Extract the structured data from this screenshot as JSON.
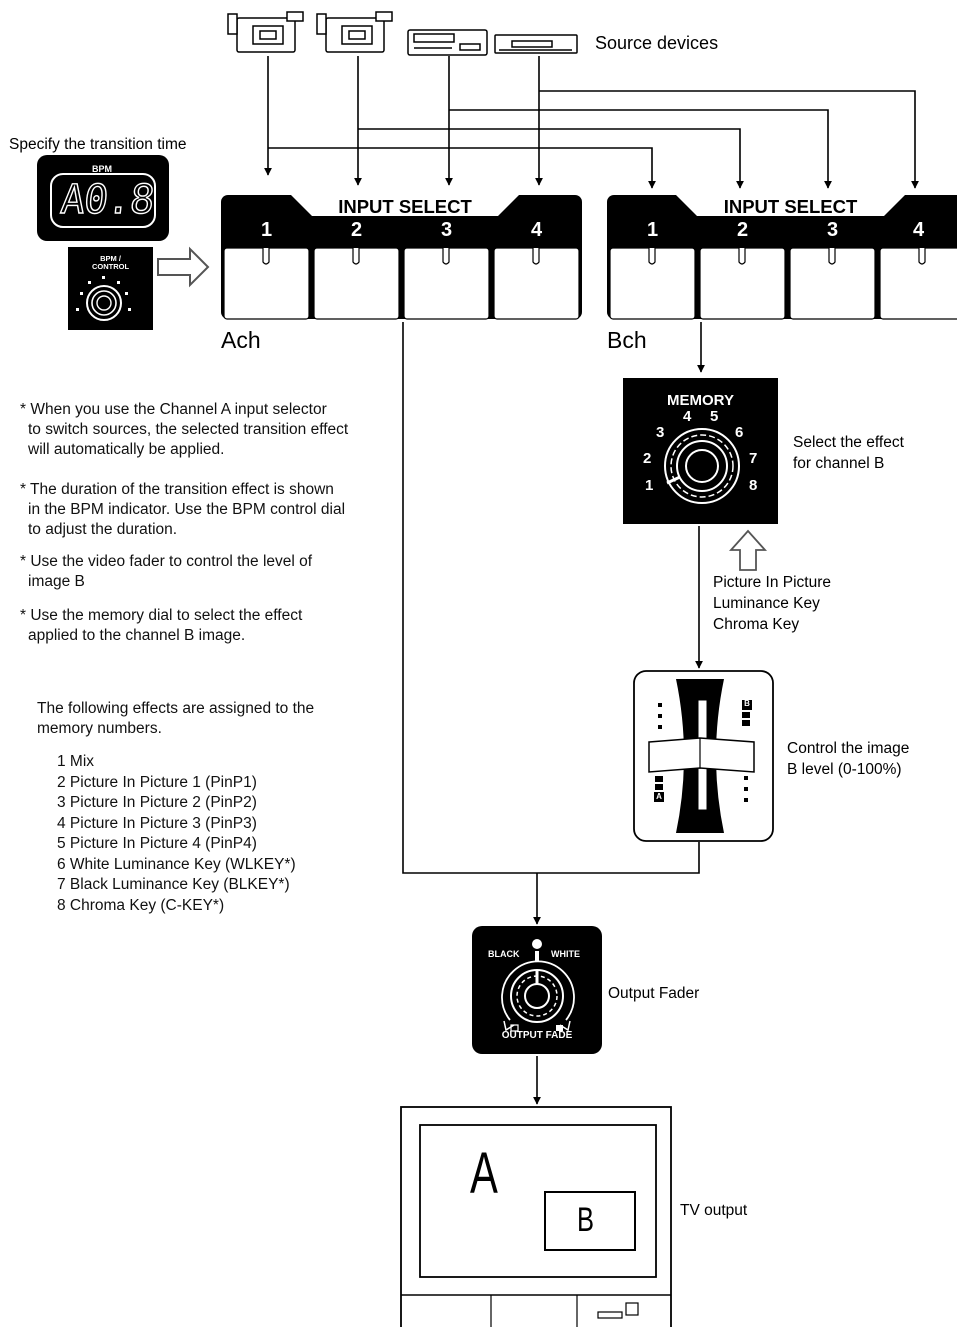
{
  "labels": {
    "source_devices": "Source devices",
    "specify_time": "Specify the transition time",
    "bpm_panel": "BPM",
    "bpm_display": "A0.8",
    "bpm_control": [
      "BPM /",
      "CONTROL"
    ],
    "input_select": "INPUT SELECT",
    "input_numbers": [
      "1",
      "2",
      "3",
      "4"
    ],
    "ach": "Ach",
    "bch": "Bch",
    "memory": "MEMORY",
    "memory_numbers": [
      "1",
      "2",
      "3",
      "4",
      "5",
      "6",
      "7",
      "8"
    ],
    "select_effect": [
      "Select the effect",
      "for channel B"
    ],
    "pip_list": [
      "Picture In Picture",
      "Luminance Key",
      "Chroma Key"
    ],
    "control_level": [
      "Control the image",
      "B level (0-100%)"
    ],
    "fader_marks": [
      "B",
      "A"
    ],
    "black": "BLACK",
    "white": "WHITE",
    "output_fade": "OUTPUT FADE",
    "output_fader": "Output Fader",
    "tv_output": "TV output",
    "tv_a": "A",
    "tv_b": "B"
  },
  "notes": [
    [
      "* When you use the Channel A input selector",
      "to switch sources, the selected transition effect",
      "will automatically be applied."
    ],
    [
      "* The duration of the transition effect is shown",
      "in the BPM indicator. Use the BPM control dial",
      "to adjust the duration."
    ],
    [
      "* Use the video fader to control the level of",
      "image B"
    ],
    [
      "* Use the memory dial to select the effect",
      "applied to the channel B image."
    ]
  ],
  "effects_intro": [
    "The following effects are assigned to the",
    "memory numbers."
  ],
  "effects": [
    "1 Mix",
    "2 Picture In Picture 1 (PinP1)",
    "3 Picture In Picture 2 (PinP2)",
    "4 Picture In Picture 3 (PinP3)",
    "5 Picture In Picture 4 (PinP4)",
    "6 White Luminance Key (WLKEY*)",
    "7 Black Luminance Key (BLKEY*)",
    "8 Chroma Key (C-KEY*)"
  ]
}
